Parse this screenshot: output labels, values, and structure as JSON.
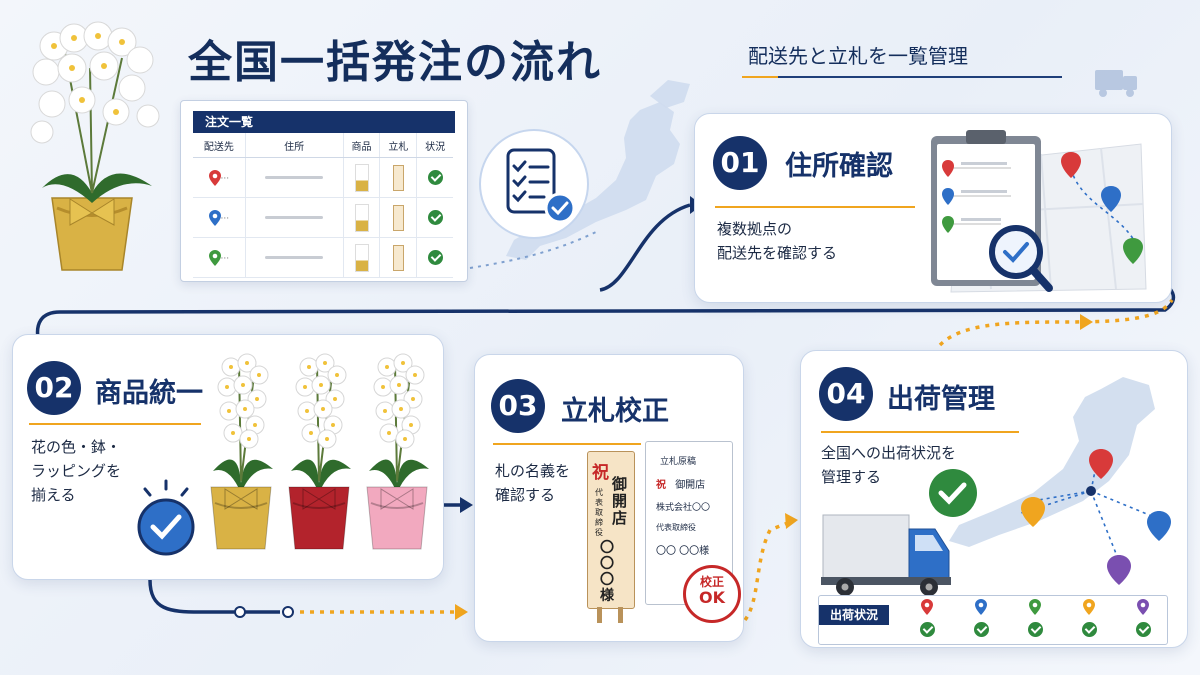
{
  "header": {
    "title": "全国一括発注の流れ",
    "subtitle": "配送先と立札を一覧管理"
  },
  "order_table": {
    "title": "注文一覧",
    "columns": [
      "配送先",
      "住所",
      "商品",
      "立札",
      "状況"
    ],
    "rows": [
      {
        "pin_color": "#d83a3a",
        "dots": "···"
      },
      {
        "pin_color": "#2e6fc7",
        "dots": "···"
      },
      {
        "pin_color": "#3f9a3f",
        "dots": "···"
      }
    ]
  },
  "steps": [
    {
      "number": "01",
      "title": "住所確認",
      "description": "複数拠点の\n配送先を確認する"
    },
    {
      "number": "02",
      "title": "商品統一",
      "description": "花の色・鉢・\nラッピングを\n揃える"
    },
    {
      "number": "03",
      "title": "立札校正",
      "description": "札の名義を\n確認する"
    },
    {
      "number": "04",
      "title": "出荷管理",
      "description": "全国への出荷状況を\n管理する"
    }
  ],
  "tatefuda": {
    "iwai": "祝",
    "main": "御開店",
    "side": "代表取締役",
    "name": "〇〇 〇様"
  },
  "manuscript": {
    "title": "立札原稿",
    "iwai": "祝",
    "line1": "御開店",
    "company": "株式会社〇〇",
    "role": "代表取締役",
    "name": "〇〇 〇〇様"
  },
  "stamp": {
    "line1": "校正",
    "line2": "OK"
  },
  "shipping_status": {
    "label": "出荷状況",
    "pins": [
      "#d83a3a",
      "#2e6fc7",
      "#3f9a3f",
      "#f0a51f",
      "#7a4fb0"
    ]
  },
  "pot_colors": [
    "#d9b245",
    "#b3232c",
    "#f2a9bf"
  ],
  "colors": {
    "navy": "#16326a",
    "orange": "#f0a51f",
    "green": "#2f8a3e",
    "blue": "#2e6fc7"
  }
}
